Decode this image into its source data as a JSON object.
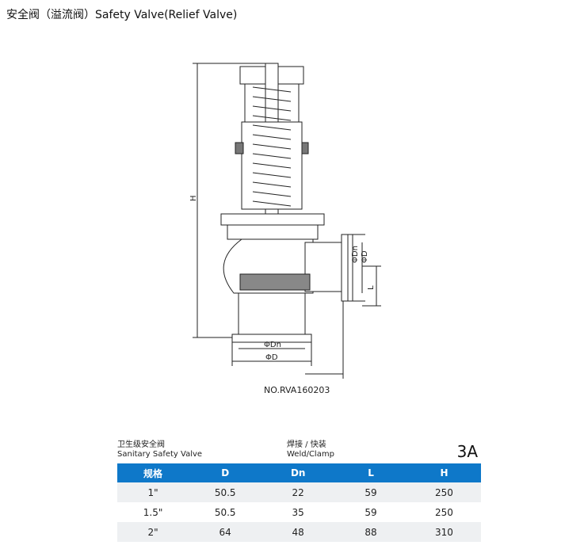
{
  "title": "安全阀（溢流阀）Safety Valve(Relief Valve)",
  "drawing": {
    "labels": {
      "H": "H",
      "L": "L",
      "Dn": "ΦDn",
      "D": "ΦD"
    },
    "number": "NO.RVA160203"
  },
  "spec": {
    "name_cn": "卫生级安全阀",
    "name_en": "Sanitary Safety Valve",
    "conn_cn": "焊接 / 快装",
    "conn_en": "Weld/Clamp",
    "grade": "3A",
    "header_color": "#0e78c9",
    "columns": [
      "规格",
      "D",
      "Dn",
      "L",
      "H"
    ],
    "rows": [
      [
        "1\"",
        "50.5",
        "22",
        "59",
        "250"
      ],
      [
        "1.5\"",
        "50.5",
        "35",
        "59",
        "250"
      ],
      [
        "2\"",
        "64",
        "48",
        "88",
        "310"
      ]
    ]
  }
}
